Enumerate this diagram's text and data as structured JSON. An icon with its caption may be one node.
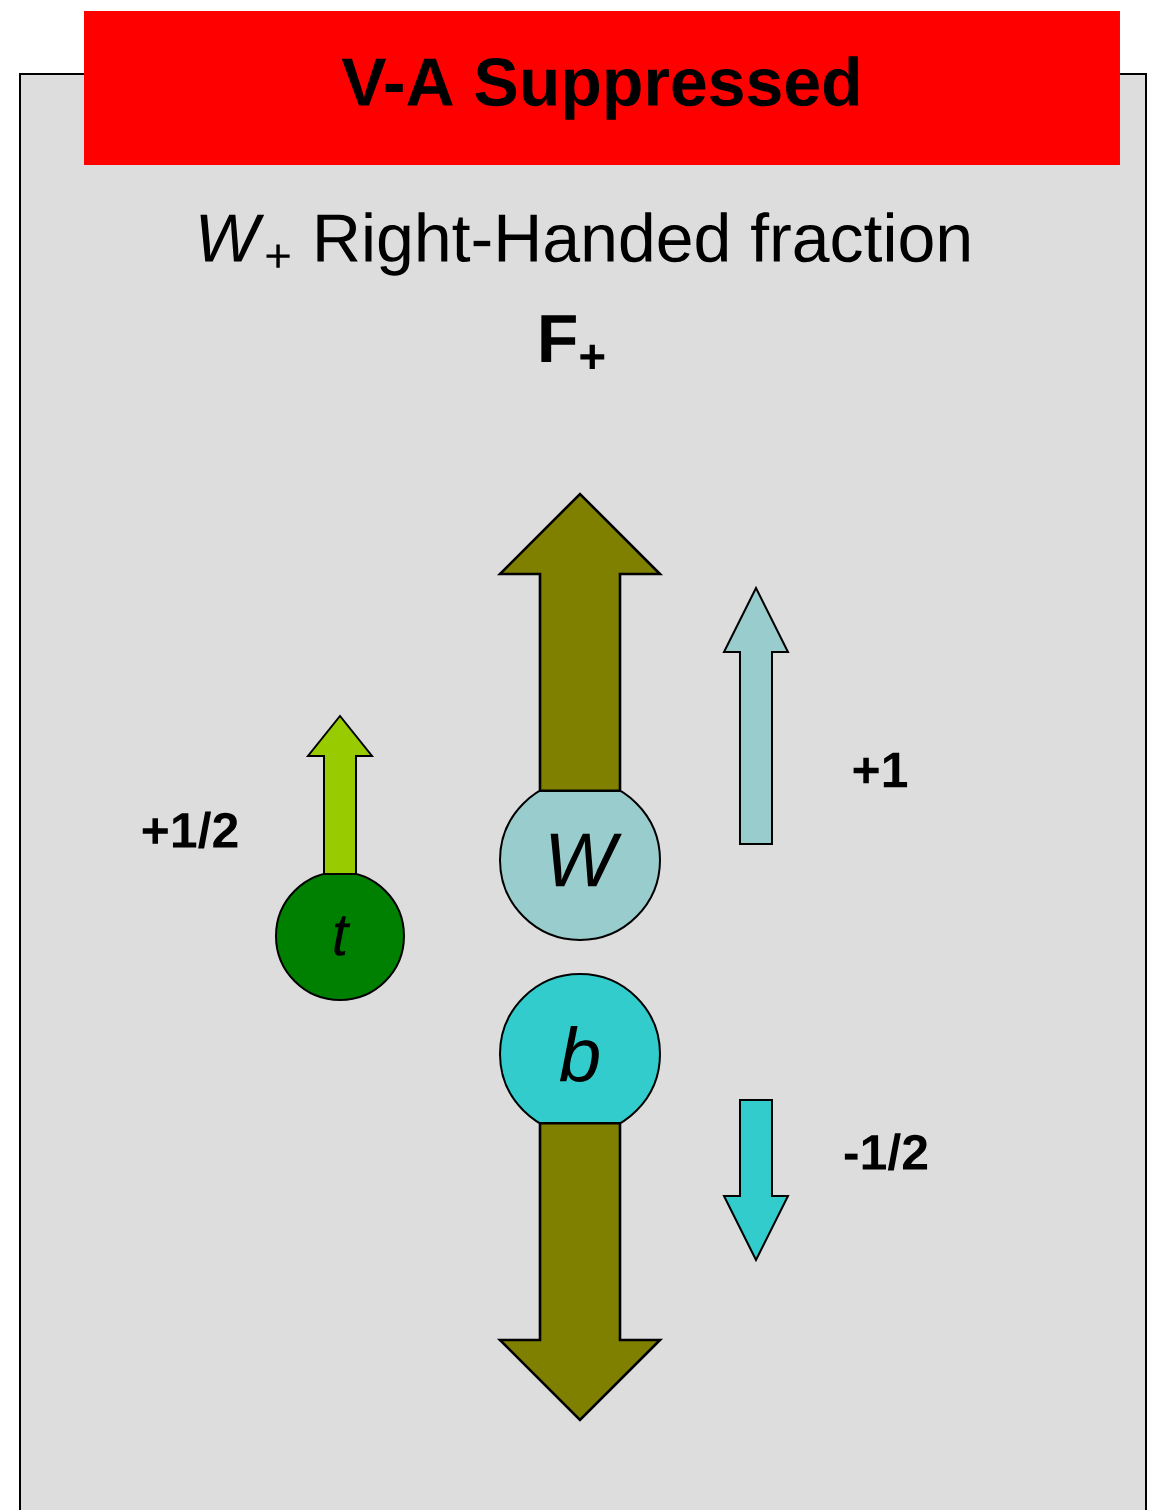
{
  "diagram": {
    "title": "V-A Suppressed",
    "nodes": [
      {
        "text": [
          "t"
        ]
      },
      {
        "text": [
          "W"
        ]
      },
      {
        "text": [
          "b"
        ]
      }
    ],
    "edges": [
      {
        "from": 0,
        "to": null,
        "arrow": "to",
        "color": "#99cc00"
      },
      {
        "from": 1,
        "to": null,
        "arrow": "to",
        "style": "thick",
        "color": "#808000"
      },
      {
        "from": 2,
        "to": null,
        "arrow": "to",
        "style": "thick",
        "color": "#808000"
      }
    ],
    "labels": [
      "*W*$_{+}$ Right-Handed fraction",
      "F$_{+}$",
      "+1/2",
      "+1",
      "-1/2"
    ]
  }
}
